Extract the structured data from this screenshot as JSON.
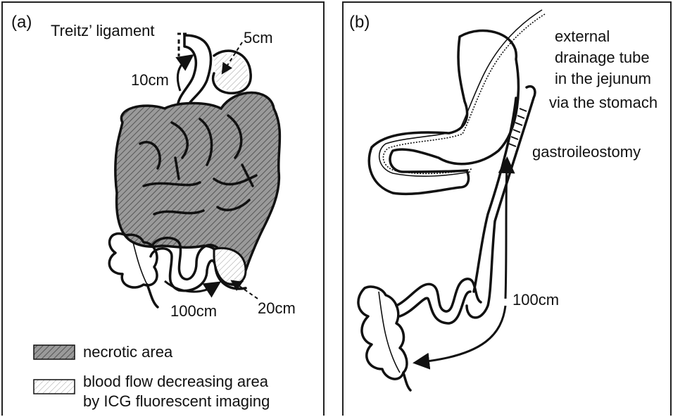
{
  "panel_a": {
    "letter": "(a)",
    "labels": {
      "treitz": "Treitz’ ligament",
      "top_right": "5cm",
      "top_left": "10cm",
      "bottom_left": "100cm",
      "bottom_right": "20cm"
    },
    "legend": [
      {
        "text": "necrotic area"
      },
      {
        "text": "blood flow decreasing area"
      },
      {
        "text": "by ICG fluorescent imaging"
      }
    ]
  },
  "panel_b": {
    "letter": "(b)",
    "labels": {
      "tube_line1": "external",
      "tube_line2": "drainage tube",
      "tube_line3": "in the jejunum",
      "tube_line4": "via the stomach",
      "anastomosis": "gastroileostomy",
      "length": "100cm"
    }
  },
  "colors": {
    "ink": "#111111",
    "necrotic_fill": "#9a9a9a",
    "background": "#ffffff"
  },
  "icons": [
    "necrotic-hatch-swatch",
    "ischemic-hatch-swatch",
    "arrow-icon"
  ]
}
